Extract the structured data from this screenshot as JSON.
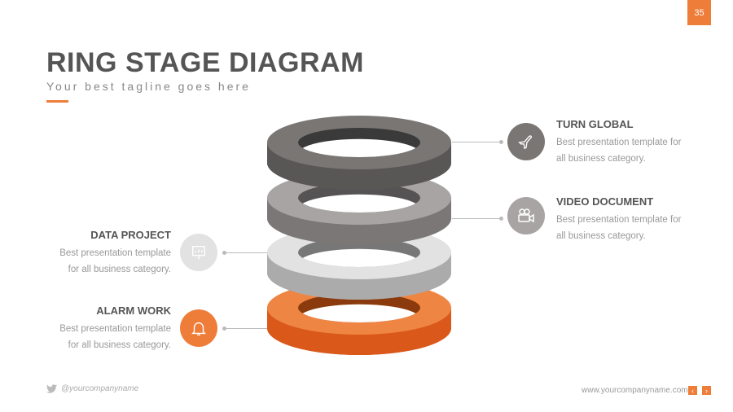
{
  "page_number": "35",
  "title": "RING STAGE DIAGRAM",
  "tagline": "Your best tagline goes here",
  "items": [
    {
      "title": "TURN GLOBAL",
      "desc1": "Best presentation template for",
      "desc2": "all business category.",
      "icon": "airplane-icon"
    },
    {
      "title": "VIDEO DOCUMENT",
      "desc1": "Best presentation template for",
      "desc2": "all business category.",
      "icon": "video-camera-icon"
    },
    {
      "title": "DATA PROJECT",
      "desc1": "Best presentation template",
      "desc2": "for all business category.",
      "icon": "presentation-board-icon"
    },
    {
      "title": "ALARM WORK",
      "desc1": "Best presentation template",
      "desc2": "for all business category.",
      "icon": "bell-icon"
    }
  ],
  "colors": {
    "accent": "#ef7d3a",
    "dark": "#7a7674",
    "mid": "#a7a4a3",
    "light": "#e2e2e2"
  },
  "footer": {
    "twitter": "@yourcompanyname",
    "website": "www.yourcompanyname.com",
    "prev": "‹",
    "next": "›"
  }
}
